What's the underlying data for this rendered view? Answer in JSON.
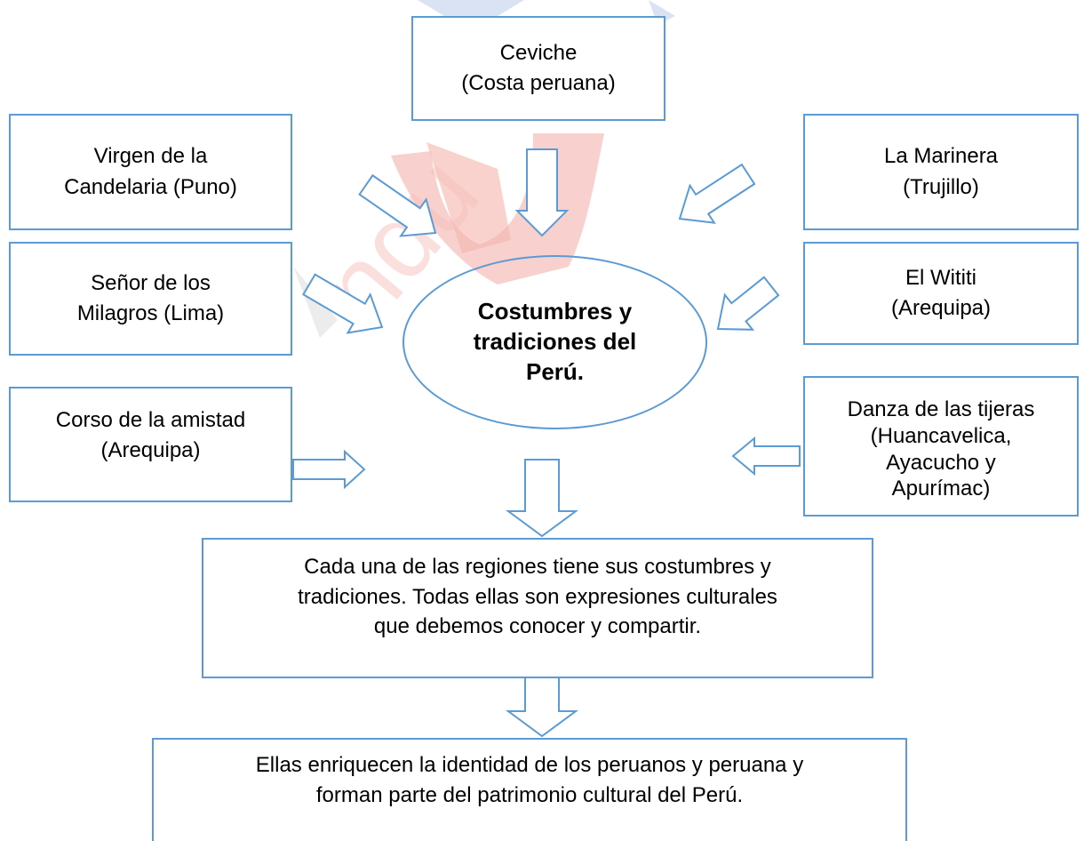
{
  "center": {
    "lines": [
      "Costumbres y",
      "tradiciones del",
      "Perú."
    ]
  },
  "nodes": {
    "ceviche": [
      "Ceviche",
      "(Costa peruana)"
    ],
    "candelaria": [
      "Virgen de la",
      "Candelaria (Puno)"
    ],
    "marinera": [
      "La Marinera",
      "(Trujillo)"
    ],
    "senor": [
      "Señor de los",
      "Milagros (Lima)"
    ],
    "wititi": [
      "El Wititi",
      "(Arequipa)"
    ],
    "corso": [
      "Corso de la amistad",
      "(Arequipa)"
    ],
    "danza": [
      "Danza de las tijeras",
      "(Huancavelica,",
      "Ayacucho y",
      "Apurímac)"
    ]
  },
  "summary": [
    "Cada una de las regiones tiene sus costumbres y",
    "tradiciones. Todas ellas son expresiones culturales",
    "que debemos conocer y compartir."
  ],
  "conclusion": [
    "Ellas enriquecen la identidad de los peruanos y peruana y",
    "forman parte del patrimonio cultural del Perú."
  ],
  "colors": {
    "border": "#5b9bd5",
    "watermark_red": "#f2a29c",
    "watermark_blue": "#b9cde8"
  }
}
